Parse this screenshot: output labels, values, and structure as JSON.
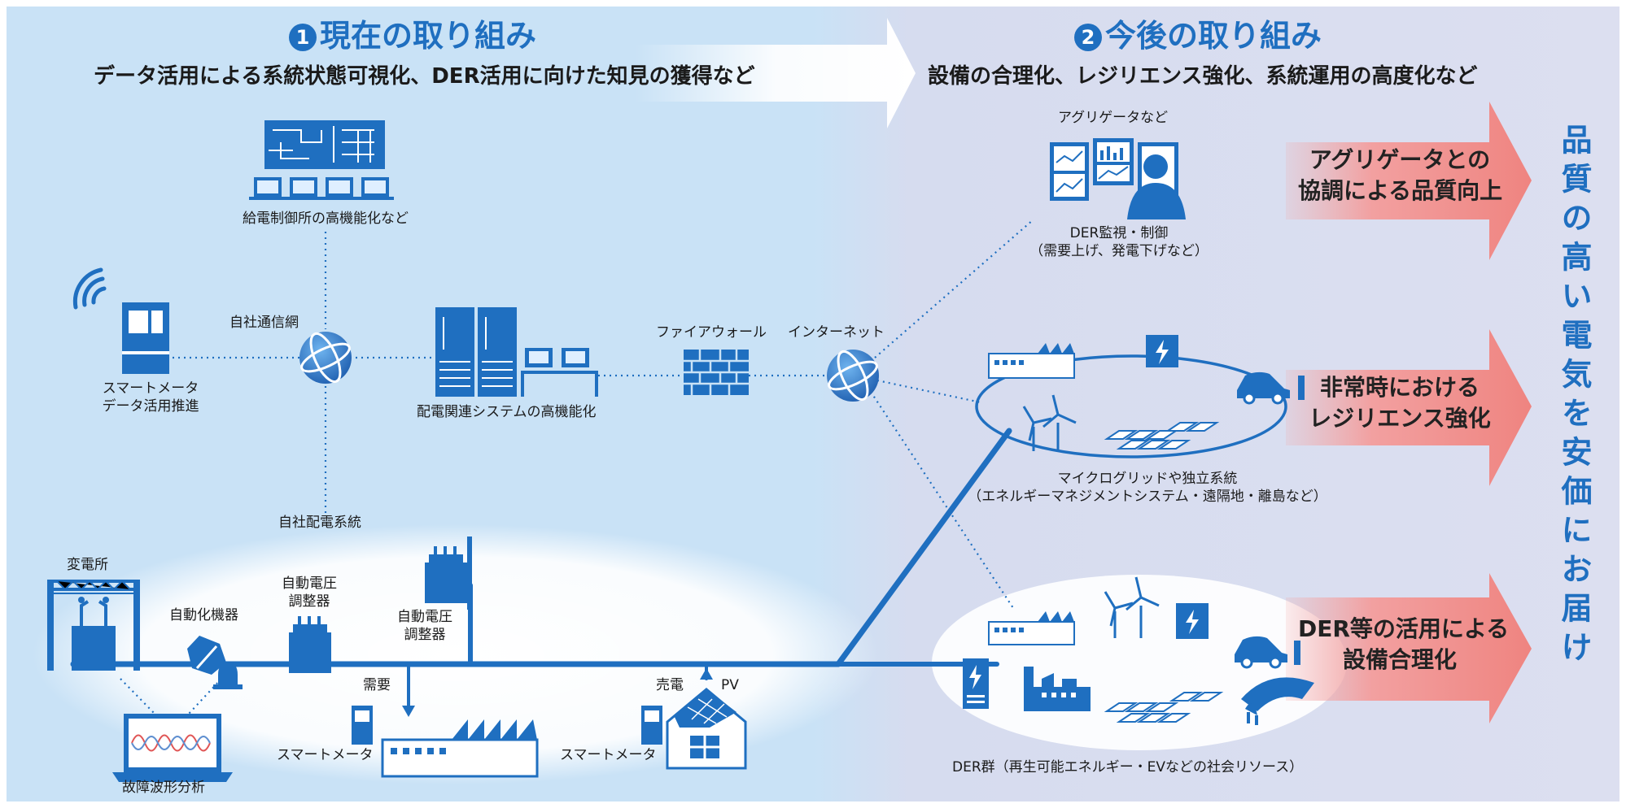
{
  "header": {
    "current": {
      "num": "1",
      "title": "現在の取り組み",
      "subtitle": "データ活用による系統状態可視化、DER活用に向けた知見の獲得など"
    },
    "future": {
      "num": "2",
      "title": "今後の取り組み",
      "subtitle": "設備の合理化、レジリエンス強化、系統運用の高度化など"
    }
  },
  "labels": {
    "control_center": "給電制御所の高機能化など",
    "comm_network": "自社通信網",
    "smart_meter_data_1": "スマートメータ",
    "smart_meter_data_2": "データ活用推進",
    "dist_system": "配電関連システムの高機能化",
    "firewall": "ファイアウォール",
    "internet": "インターネット",
    "aggregator": "アグリゲータなど",
    "der_ctrl_1": "DER監視・制御",
    "der_ctrl_2": "（需要上げ、発電下げなど）",
    "microgrid_1": "マイクログリッドや独立系統",
    "microgrid_2": "（エネルギーマネジメントシステム・遠隔地・離島など）",
    "own_dist": "自社配電系統",
    "substation": "変電所",
    "auto_device": "自動化機器",
    "avr1_1": "自動電圧",
    "avr1_2": "調整器",
    "avr2_1": "自動電圧",
    "avr2_2": "調整器",
    "demand": "需要",
    "sell": "売電",
    "pv": "PV",
    "smart_meter_1": "スマートメータ",
    "smart_meter_2": "スマートメータ",
    "fault_wave": "故障波形分析",
    "der_group": "DER群（再生可能エネルギー・EVなどの社会リソース）"
  },
  "arrows": [
    {
      "line1": "アグリゲータとの",
      "line2": "協調による品質向上"
    },
    {
      "line1": "非常時における",
      "line2": "レジリエンス強化"
    },
    {
      "line1": "DER等の活用による",
      "line2": "設備合理化"
    }
  ],
  "vertical_message": "品質の高い電気を安価にお届け",
  "colors": {
    "primary": "#1f6fc0",
    "left_bg": "#cfe4f5",
    "right_bg": "#d8dff0",
    "arrow": "#f08a88"
  }
}
